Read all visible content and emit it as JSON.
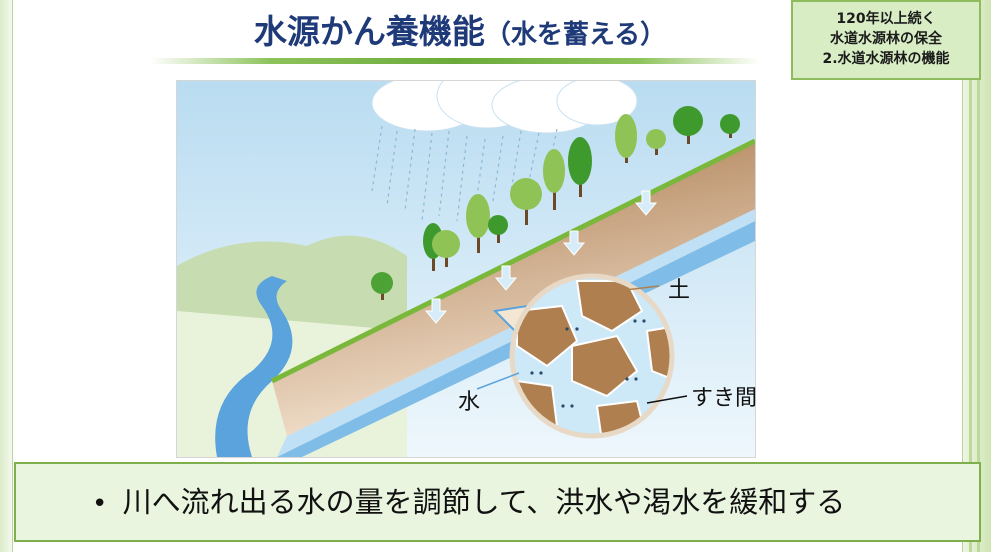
{
  "title": {
    "main": "水源かん養機能",
    "sub": "（水を蓄える）"
  },
  "badge": {
    "line1": "120年以上続く",
    "line2": "水道水源林の保全",
    "line3": "2.水道水源林の機能"
  },
  "diagram": {
    "label_soil": "土",
    "label_water": "水",
    "label_gap": "すき間",
    "colors": {
      "sky": "#cfe6f5",
      "soil": "#b88a5a",
      "grass": "#79b83a",
      "river": "#5aa3dc",
      "hill": "#c7dcb0"
    }
  },
  "caption": {
    "bullet": "•",
    "text": "川へ流れ出る水の量を調節して、洪水や渇水を緩和する"
  }
}
